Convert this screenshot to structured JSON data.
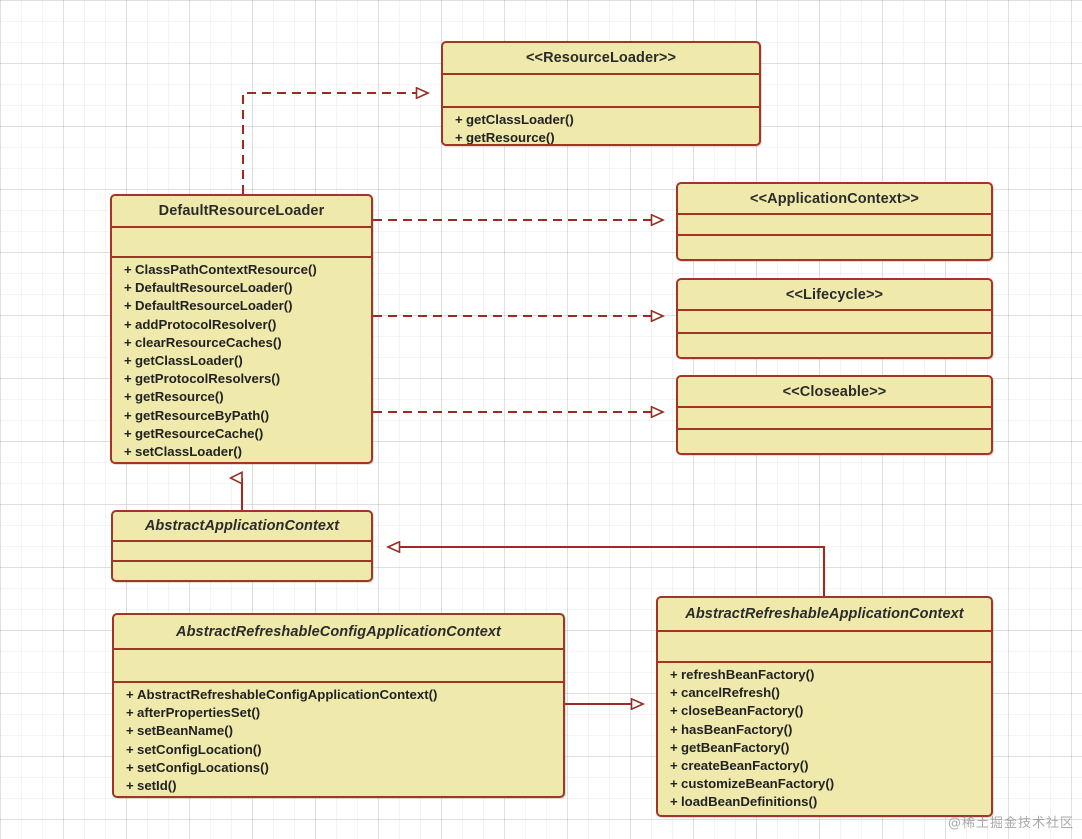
{
  "diagram": {
    "type": "uml-class-diagram",
    "background": "#ffffff",
    "grid": true,
    "box_fill": "#efeaab",
    "box_border": "#a33526",
    "edge_color": "#9b2c22",
    "text_color": "#222222"
  },
  "classes": {
    "resource_loader": {
      "name": "<<ResourceLoader>>",
      "stereotype": "interface",
      "attributes": [],
      "operations": [
        {
          "visibility": "+",
          "label": "getClassLoader()"
        },
        {
          "visibility": "+",
          "label": "getResource()"
        }
      ]
    },
    "default_resource_loader": {
      "name": "DefaultResourceLoader",
      "stereotype": "class",
      "attributes": [],
      "operations": [
        {
          "visibility": "+",
          "label": "ClassPathContextResource()"
        },
        {
          "visibility": "+",
          "label": "DefaultResourceLoader()"
        },
        {
          "visibility": "+",
          "label": "DefaultResourceLoader()"
        },
        {
          "visibility": "+",
          "label": "addProtocolResolver()"
        },
        {
          "visibility": "+",
          "label": "clearResourceCaches()"
        },
        {
          "visibility": "+",
          "label": "getClassLoader()"
        },
        {
          "visibility": "+",
          "label": "getProtocolResolvers()"
        },
        {
          "visibility": "+",
          "label": "getResource()"
        },
        {
          "visibility": "+",
          "label": "getResourceByPath()"
        },
        {
          "visibility": "+",
          "label": "getResourceCache()"
        },
        {
          "visibility": "+",
          "label": "setClassLoader()"
        }
      ]
    },
    "application_context": {
      "name": "<<ApplicationContext>>",
      "stereotype": "interface",
      "attributes": [],
      "operations": []
    },
    "lifecycle": {
      "name": "<<Lifecycle>>",
      "stereotype": "interface",
      "attributes": [],
      "operations": []
    },
    "closeable": {
      "name": "<<Closeable>>",
      "stereotype": "interface",
      "attributes": [],
      "operations": []
    },
    "abstract_application_context": {
      "name": "AbstractApplicationContext",
      "stereotype": "abstract-class",
      "attributes": [],
      "operations": []
    },
    "abstract_refreshable_config_application_context": {
      "name": "AbstractRefreshableConfigApplicationContext",
      "stereotype": "abstract-class",
      "attributes": [],
      "operations": [
        {
          "visibility": "+",
          "label": "AbstractRefreshableConfigApplicationContext()"
        },
        {
          "visibility": "+",
          "label": "afterPropertiesSet()"
        },
        {
          "visibility": "+",
          "label": "setBeanName()"
        },
        {
          "visibility": "+",
          "label": "setConfigLocation()"
        },
        {
          "visibility": "+",
          "label": "setConfigLocations()"
        },
        {
          "visibility": "+",
          "label": "setId()"
        }
      ]
    },
    "abstract_refreshable_application_context": {
      "name": "AbstractRefreshableApplicationContext",
      "stereotype": "abstract-class",
      "attributes": [],
      "operations": [
        {
          "visibility": "+",
          "label": "refreshBeanFactory()"
        },
        {
          "visibility": "+",
          "label": "cancelRefresh()"
        },
        {
          "visibility": "+",
          "label": "closeBeanFactory()"
        },
        {
          "visibility": "+",
          "label": "hasBeanFactory()"
        },
        {
          "visibility": "+",
          "label": "getBeanFactory()"
        },
        {
          "visibility": "+",
          "label": "createBeanFactory()"
        },
        {
          "visibility": "+",
          "label": "customizeBeanFactory()"
        },
        {
          "visibility": "+",
          "label": "loadBeanDefinitions()"
        }
      ]
    }
  },
  "relationships": [
    {
      "from": "DefaultResourceLoader",
      "to": "<<ResourceLoader>>",
      "kind": "realization"
    },
    {
      "from": "DefaultResourceLoader",
      "to": "<<ApplicationContext>>",
      "kind": "realization"
    },
    {
      "from": "DefaultResourceLoader",
      "to": "<<Lifecycle>>",
      "kind": "realization"
    },
    {
      "from": "DefaultResourceLoader",
      "to": "<<Closeable>>",
      "kind": "realization"
    },
    {
      "from": "AbstractApplicationContext",
      "to": "DefaultResourceLoader",
      "kind": "generalization"
    },
    {
      "from": "AbstractRefreshableApplicationContext",
      "to": "AbstractApplicationContext",
      "kind": "generalization"
    },
    {
      "from": "AbstractRefreshableConfigApplicationContext",
      "to": "AbstractRefreshableApplicationContext",
      "kind": "generalization"
    }
  ],
  "watermark": {
    "text": "@稀土掘金技术社区"
  }
}
